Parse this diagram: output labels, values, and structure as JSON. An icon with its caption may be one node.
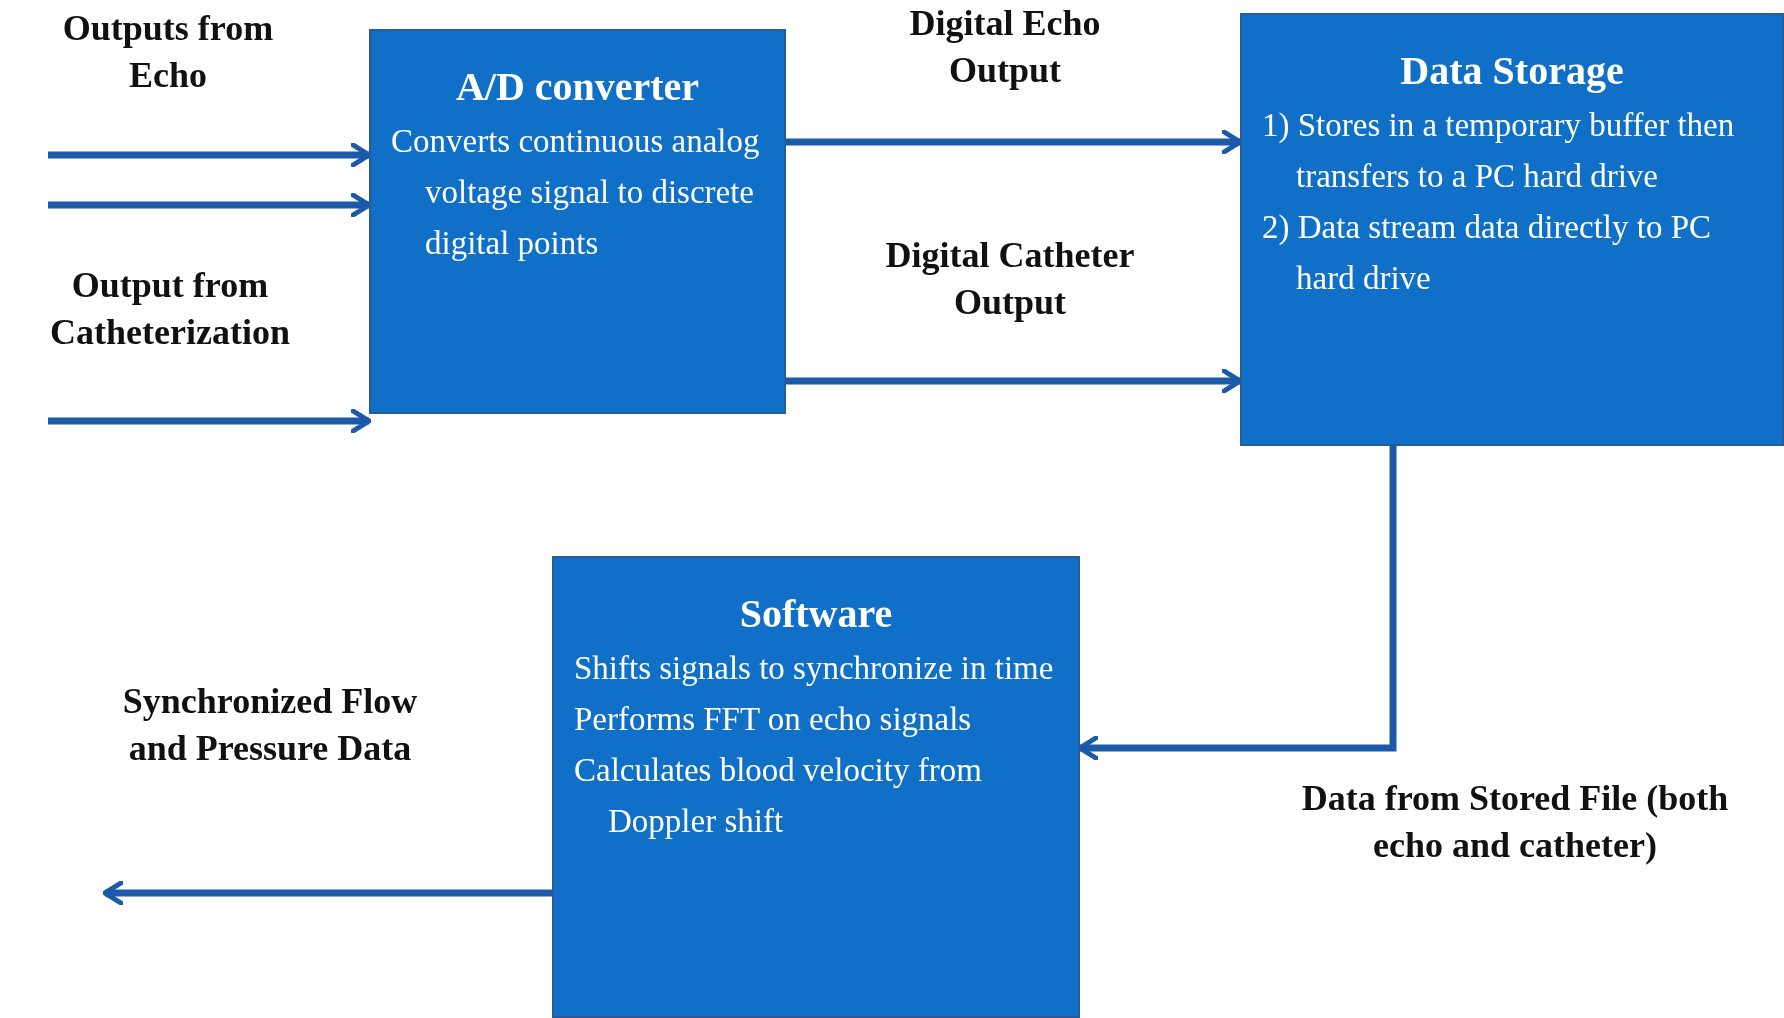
{
  "diagram": {
    "nodes": [
      {
        "text": [
          "A/D converter",
          "Converts continuous analog voltage signal to discrete digital points"
        ]
      },
      {
        "text": [
          "Data Storage",
          "1) Stores in a temporary buffer then transfers to a PC hard drive",
          "2) Data stream data directly to PC hard drive"
        ]
      },
      {
        "text": [
          "Software",
          "Shifts signals to synchronize in time",
          "Performs FFT on echo signals",
          "Calculates blood velocity from Doppler shift"
        ]
      }
    ],
    "edges": [
      {
        "from": null,
        "to": 0,
        "arrow": "to",
        "label": "Outputs from Echo"
      },
      {
        "from": null,
        "to": 0,
        "arrow": "to"
      },
      {
        "from": null,
        "to": 0,
        "arrow": "to",
        "label": "Output from Catheterization"
      },
      {
        "from": 0,
        "to": 1,
        "arrow": "to",
        "label": "Digital Echo Output"
      },
      {
        "from": 0,
        "to": 1,
        "arrow": "to",
        "label": "Digital Catheter Output"
      },
      {
        "from": 1,
        "to": 2,
        "arrow": "to",
        "label": "Data from Stored File (both echo and catheter)"
      },
      {
        "from": 2,
        "to": null,
        "arrow": "to",
        "label": "Synchronized Flow and Pressure Data"
      }
    ]
  }
}
